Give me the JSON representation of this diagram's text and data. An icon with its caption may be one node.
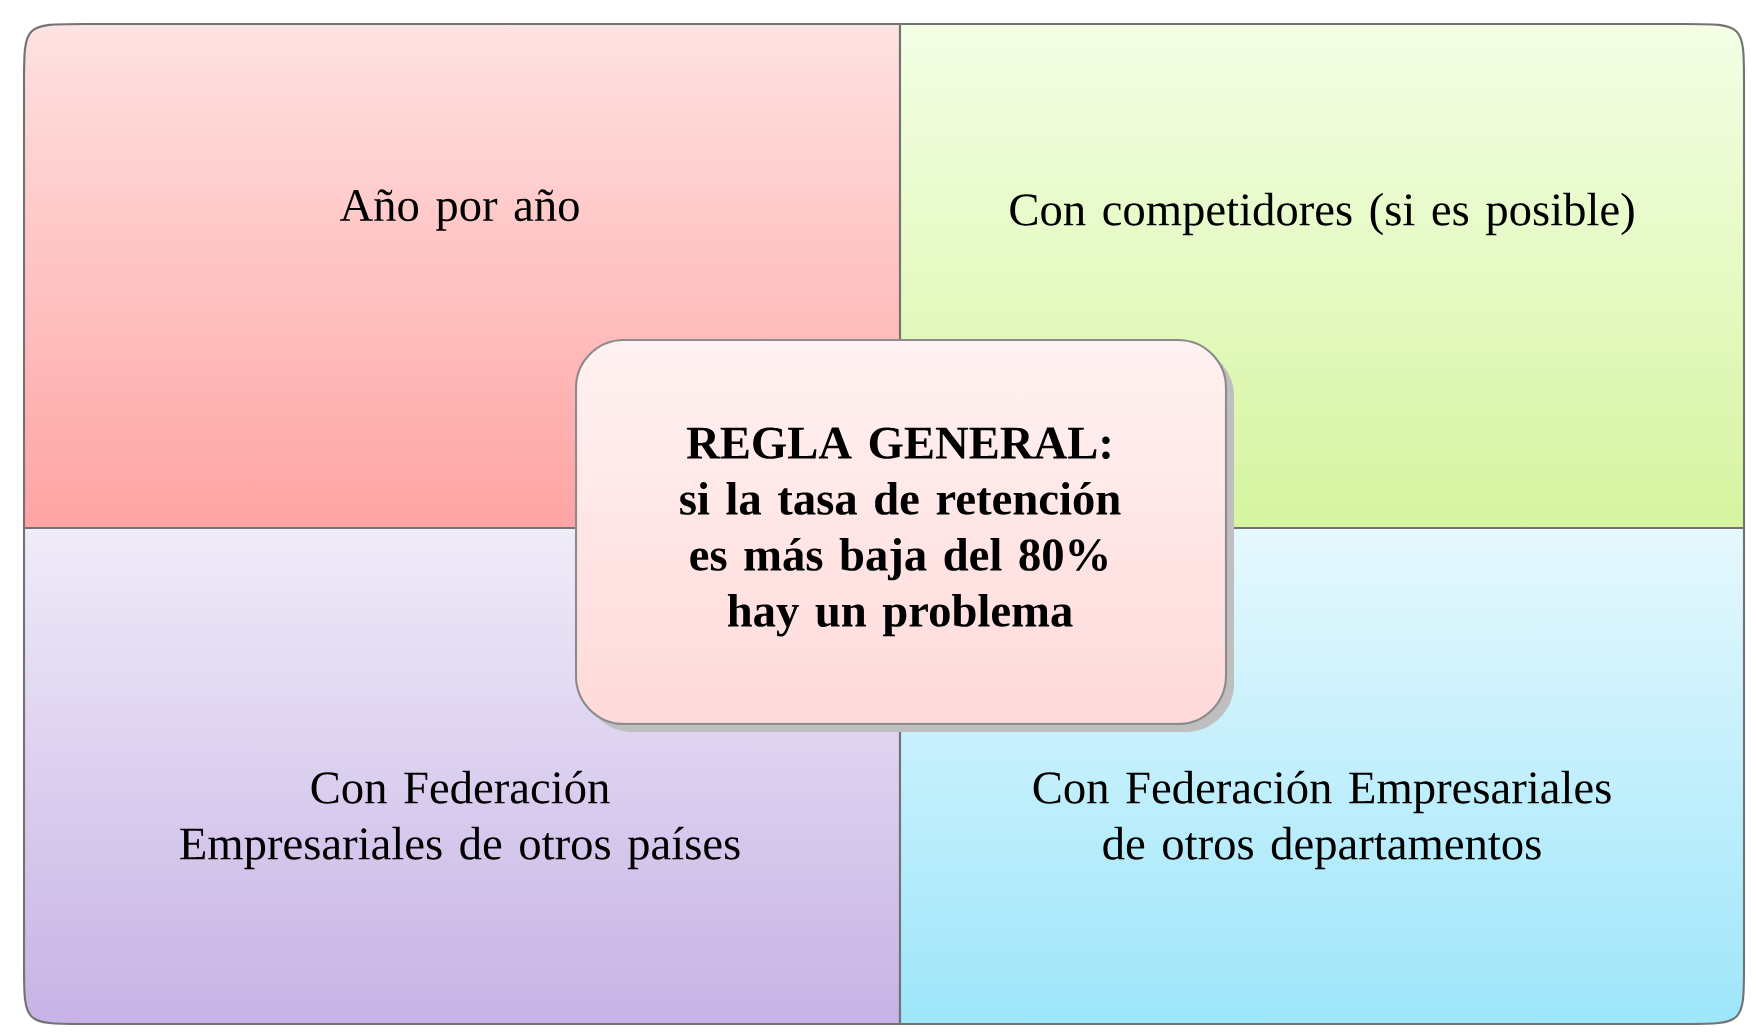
{
  "diagram": {
    "nodes": [
      {
        "text": [
          "Año por año"
        ]
      },
      {
        "text": [
          "Con competidores (si es posible)"
        ]
      },
      {
        "text": [
          "Con Federación Empresariales de otros países"
        ]
      },
      {
        "text": [
          "Con Federación Empresariales de otros departamentos"
        ]
      },
      {
        "text": [
          "REGLA GENERAL: si la tasa de retención es más baja del 80% hay un problema"
        ]
      }
    ]
  }
}
